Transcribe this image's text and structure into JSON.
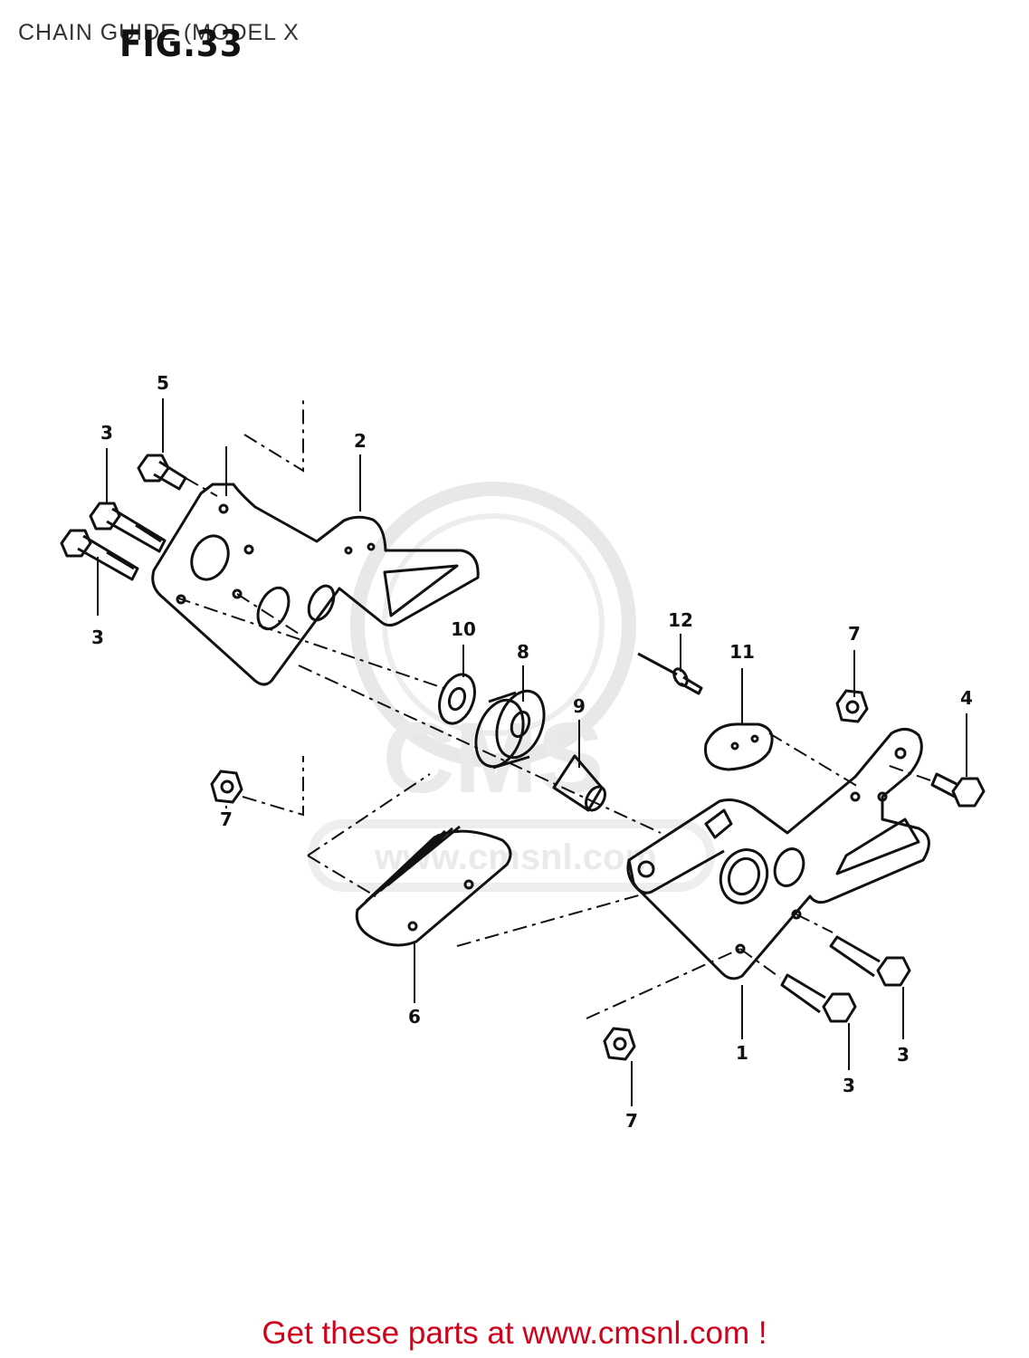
{
  "header": {
    "title": "CHAIN GUIDE (MODEL X",
    "figure_label": "FIG.33"
  },
  "watermark": {
    "text": "www.cmsnl.com",
    "logo": "CMS"
  },
  "callouts": [
    "1",
    "2",
    "3",
    "3",
    "3",
    "3",
    "4",
    "5",
    "6",
    "7",
    "7",
    "7",
    "8",
    "9",
    "10",
    "11",
    "12"
  ],
  "footer": {
    "text": "Get these parts at www.cmsnl.com !",
    "color": "#d0021b"
  }
}
